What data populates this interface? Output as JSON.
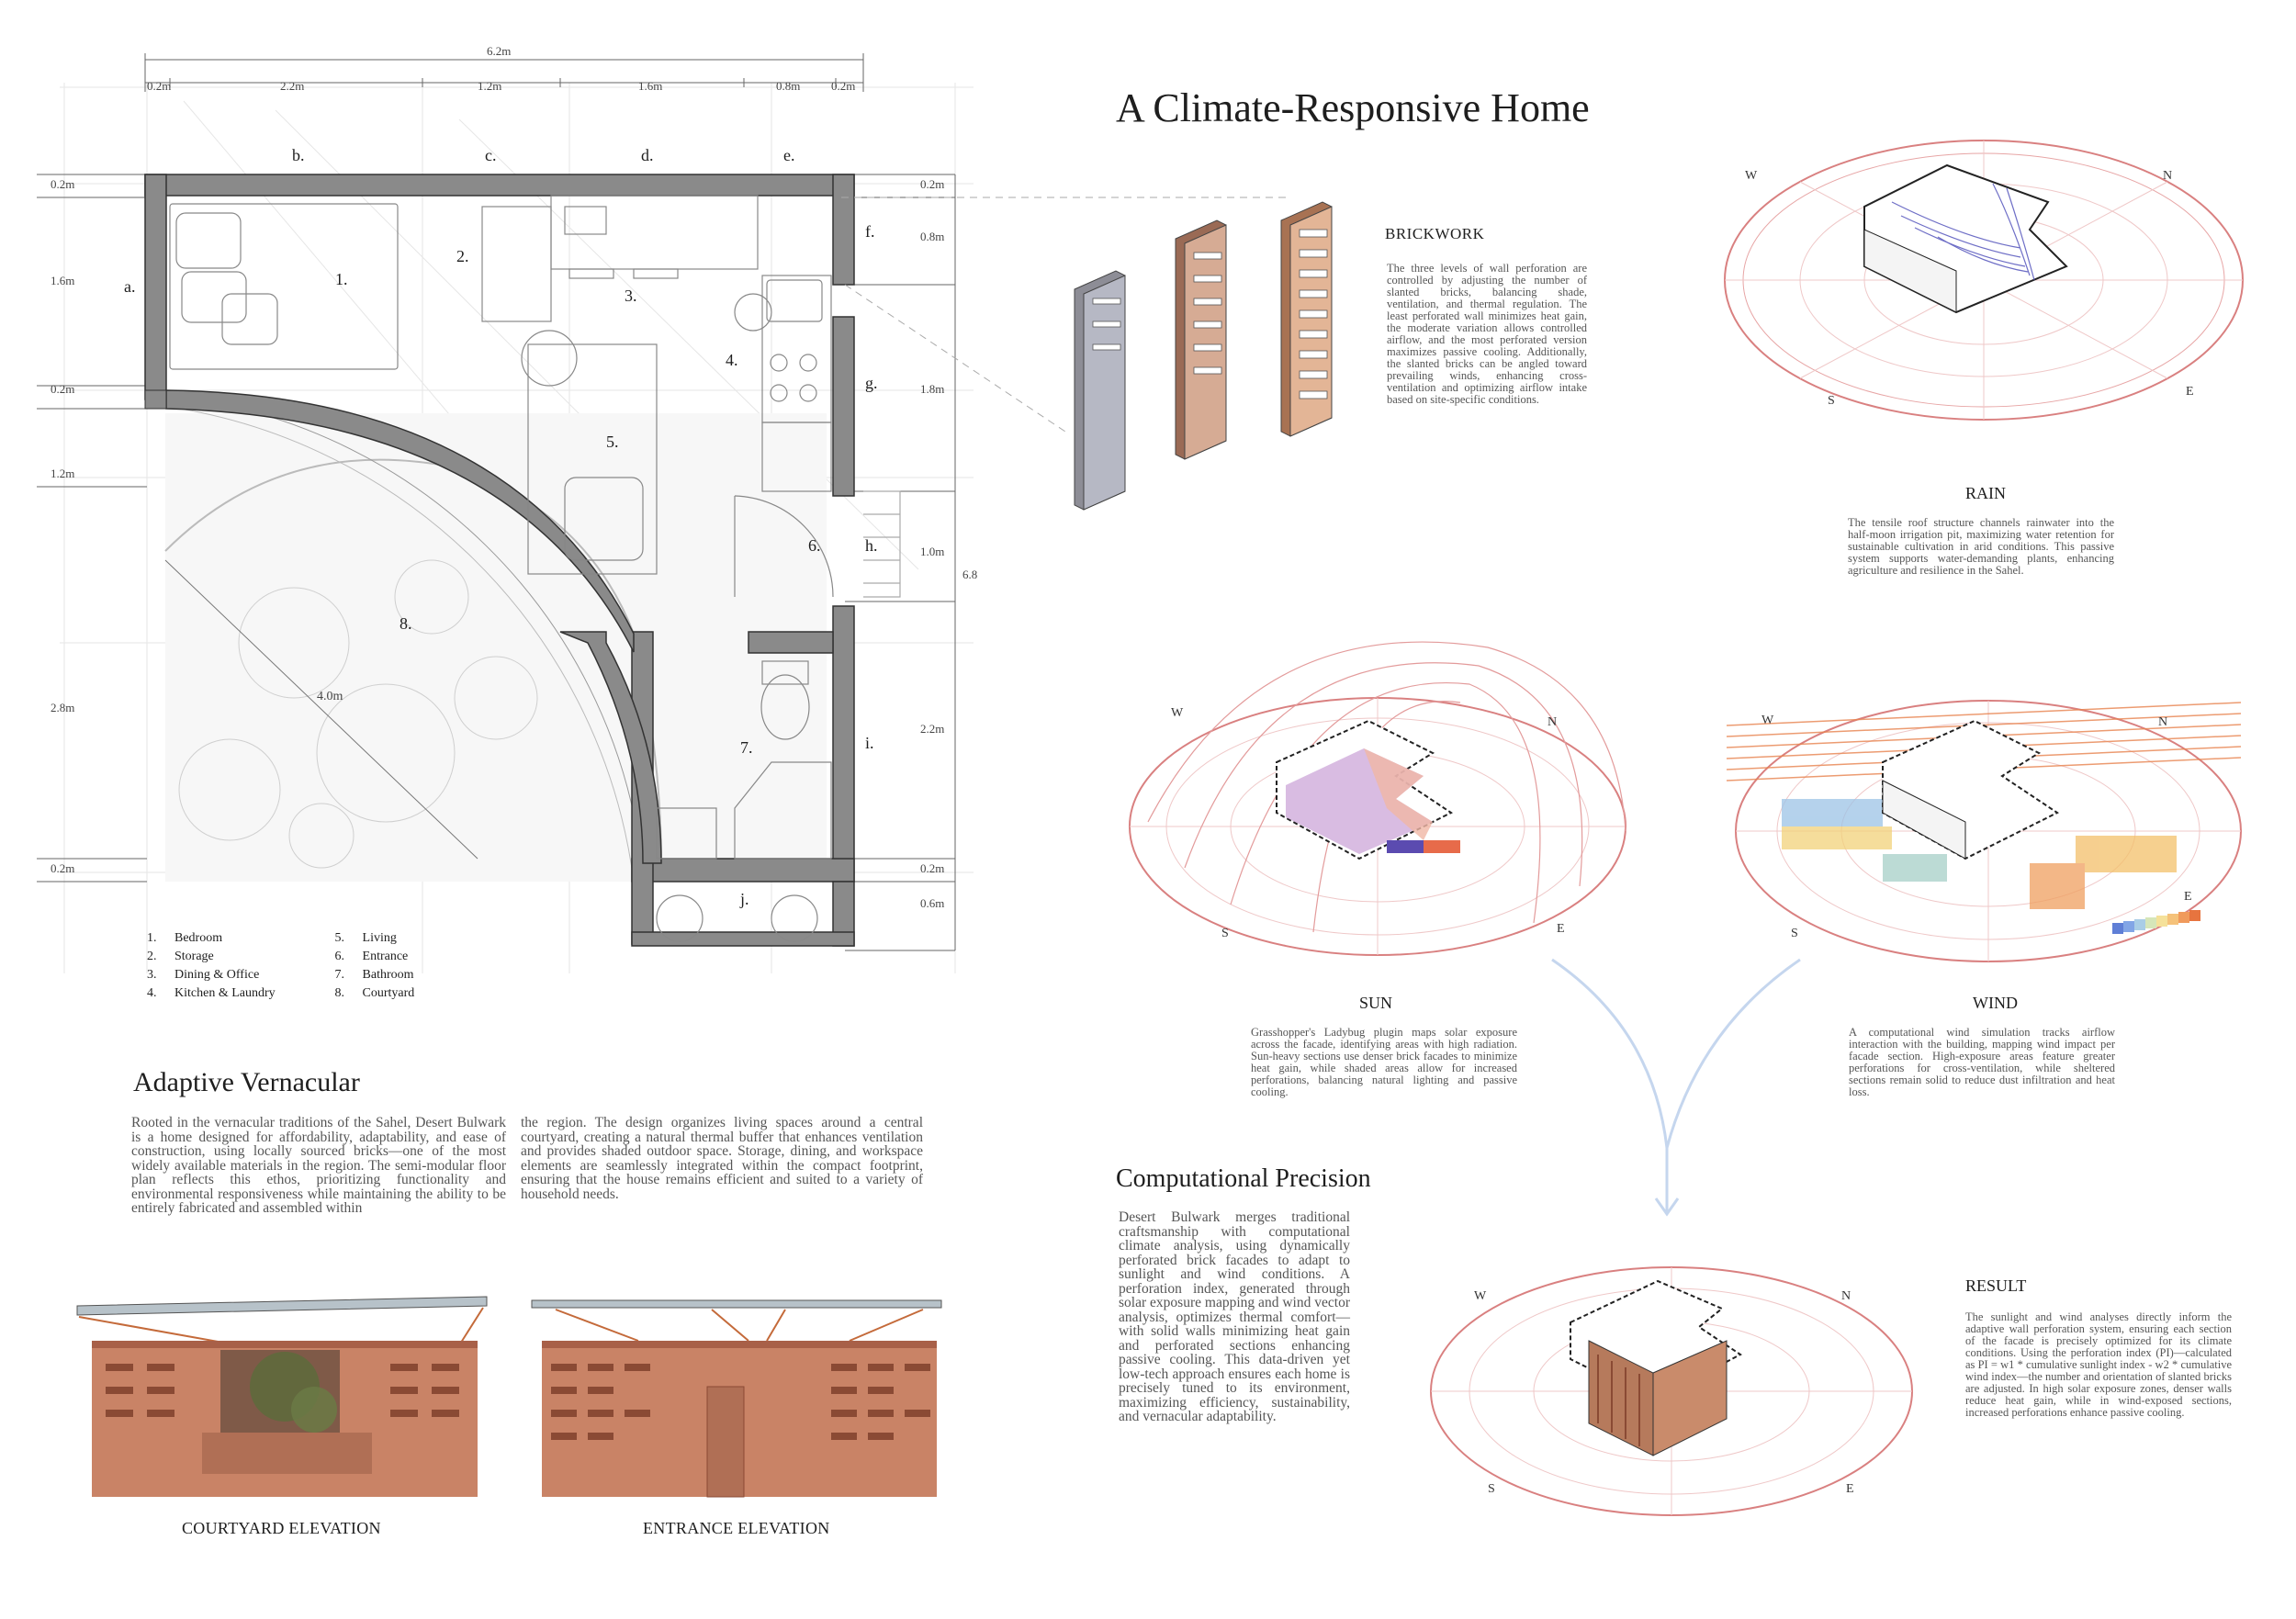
{
  "title": "A Climate-Responsive Home",
  "plan": {
    "dims_top": [
      "6.2m",
      "0.2m",
      "2.2m",
      "1.2m",
      "1.6m",
      "0.8m",
      "0.2m"
    ],
    "dims_left": [
      "0.2m",
      "1.6m",
      "0.2m",
      "1.2m",
      "2.8m",
      "0.2m"
    ],
    "dims_right": [
      "0.2m",
      "0.8m",
      "1.8m",
      "1.0m",
      "2.2m",
      "0.2m",
      "0.6m",
      "6.8"
    ],
    "wall_letters": [
      "a.",
      "b.",
      "c.",
      "d.",
      "e.",
      "f.",
      "g.",
      "h.",
      "i.",
      "j."
    ],
    "room_numbers": [
      "1.",
      "2.",
      "3.",
      "4.",
      "5.",
      "6.",
      "7.",
      "8."
    ],
    "radius_label": "4.0m",
    "legend": [
      {
        "n": "1.",
        "label": "Bedroom"
      },
      {
        "n": "2.",
        "label": "Storage"
      },
      {
        "n": "3.",
        "label": "Dining & Office"
      },
      {
        "n": "4.",
        "label": "Kitchen & Laundry"
      },
      {
        "n": "5.",
        "label": "Living"
      },
      {
        "n": "6.",
        "label": "Entrance"
      },
      {
        "n": "7.",
        "label": "Bathroom"
      },
      {
        "n": "8.",
        "label": "Courtyard"
      }
    ]
  },
  "adaptive": {
    "heading": "Adaptive Vernacular",
    "col1": "Rooted in the vernacular traditions of the Sahel, Desert Bulwark is a home designed for affordability, adaptability, and ease of construction, using locally sourced bricks—one of the most widely available materials in the region. The semi-modular floor plan reflects this ethos, prioritizing functionality and environmental responsiveness while maintaining the ability to be entirely fabricated and assembled within",
    "col2": "the region. The design organizes living spaces around a central courtyard, creating a natural thermal buffer that enhances ventilation and provides shaded outdoor space. Storage, dining, and workspace elements are seamlessly integrated within the compact footprint, ensuring that the house remains efficient and suited to a variety of household needs."
  },
  "elevations": {
    "courtyard": "COURTYARD ELEVATION",
    "entrance": "ENTRANCE ELEVATION"
  },
  "brickwork": {
    "heading": "BRICKWORK",
    "text": "The three levels of wall perforation are controlled by adjusting the number of slanted bricks, balancing shade, ventilation, and thermal regulation. The least perforated wall minimizes heat gain, the moderate variation allows controlled airflow, and the most perforated version maximizes passive cooling. Additionally, the slanted bricks can be angled toward prevailing winds, enhancing cross-ventilation and optimizing airflow intake based on site-specific conditions."
  },
  "rain": {
    "heading": "RAIN",
    "text": "The tensile roof structure channels rainwater into the half-moon irrigation pit, maximizing water retention for sustainable cultivation in arid conditions. This passive system supports water-demanding plants, enhancing agriculture and resilience in the Sahel."
  },
  "sun": {
    "heading": "SUN",
    "text": "Grasshopper's Ladybug plugin maps solar exposure across the facade, identifying areas with high radiation. Sun-heavy sections use denser brick facades to minimize heat gain, while shaded areas allow for increased perforations, balancing natural lighting and passive cooling."
  },
  "wind": {
    "heading": "WIND",
    "text": "A computational wind simulation tracks airflow interaction with the building, mapping wind impact per facade section. High-exposure areas feature greater perforations for cross-ventilation, while sheltered sections remain solid to reduce dust infiltration and heat loss."
  },
  "computational": {
    "heading": "Computational Precision",
    "text": "Desert Bulwark merges traditional craftsmanship with computational climate analysis, using dynamically perforated brick facades to adapt to sunlight and wind conditions. A perforation index, generated through solar exposure mapping and wind vector analysis, optimizes thermal comfort—with solid walls minimizing heat gain and perforated sections enhancing passive cooling. This data-driven yet low-tech approach ensures each home is precisely tuned to its environment, maximizing efficiency, sustainability, and vernacular adaptability."
  },
  "result": {
    "heading": "RESULT",
    "text": "The sunlight and wind analyses directly inform the adaptive wall perforation system, ensuring each section of the facade is precisely optimized for its climate conditions. Using the perforation index (PI)—calculated as PI = w1 * cumulative sunlight index - w2 * cumulative wind index—the number and orientation of slanted bricks are adjusted. In high solar exposure zones, denser walls reduce heat gain, while in wind-exposed sections, increased perforations enhance passive cooling."
  },
  "compass": {
    "n": "N",
    "s": "S",
    "e": "E",
    "w": "W"
  },
  "colors": {
    "brick": "#c98366",
    "brick_dark": "#a86048",
    "wall": "#8a8a8a",
    "compass_red": "#d98080",
    "accent_blue": "#aac4e4"
  }
}
